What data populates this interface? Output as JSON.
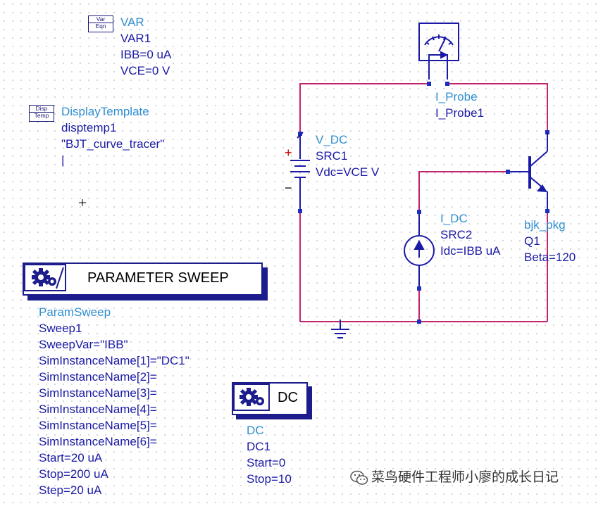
{
  "var_block": {
    "icon_line1": "Var",
    "icon_line2": "Eqn",
    "type": "VAR",
    "name": "VAR1",
    "params": [
      "IBB=0 uA",
      "VCE=0 V"
    ]
  },
  "display_template": {
    "icon_line1": "Disp",
    "icon_line2": "Temp",
    "type": "DisplayTemplate",
    "name": "disptemp1",
    "params": [
      "\"BJT_curve_tracer\"",
      "|"
    ]
  },
  "vdc": {
    "type": "V_DC",
    "name": "SRC1",
    "params": [
      "Vdc=VCE V"
    ],
    "plus": "+",
    "minus": "−"
  },
  "iprobe": {
    "type": "I_Probe",
    "name": "I_Probe1"
  },
  "idc": {
    "type": "I_DC",
    "name": "SRC2",
    "params": [
      "Idc=IBB uA"
    ]
  },
  "bjt": {
    "type": "bjk_pkg",
    "name": "Q1",
    "params": [
      "Beta=120"
    ]
  },
  "param_sweep": {
    "title": "PARAMETER SWEEP",
    "type": "ParamSweep",
    "name": "Sweep1",
    "params": [
      "SweepVar=\"IBB\"",
      "SimInstanceName[1]=\"DC1\"",
      "SimInstanceName[2]=",
      "SimInstanceName[3]=",
      "SimInstanceName[4]=",
      "SimInstanceName[5]=",
      "SimInstanceName[6]=",
      "Start=20 uA",
      "Stop=200 uA",
      "Step=20 uA"
    ]
  },
  "dc_sim": {
    "title": "DC",
    "type": "DC",
    "name": "DC1",
    "params": [
      "Start=0",
      "Stop=10"
    ]
  },
  "watermark": "菜鸟硬件工程师小廖的成长日记",
  "colors": {
    "wire": "#c2246e",
    "component": "#1a1aa6",
    "label_blue": "#2f8fd0",
    "pin": "#1c2fbf"
  }
}
